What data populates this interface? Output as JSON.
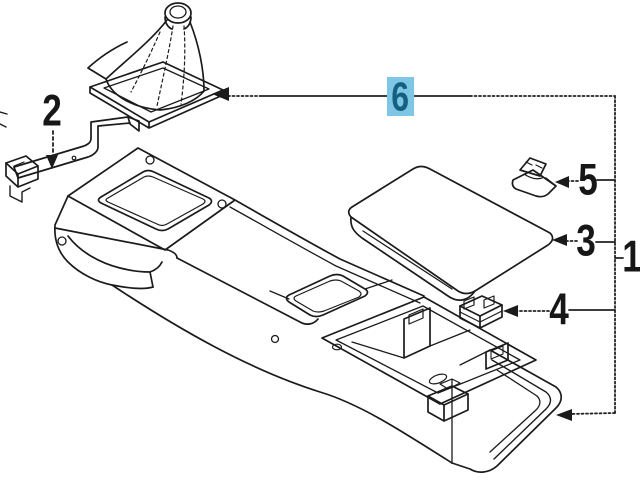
{
  "diagram": {
    "type": "exploded-parts-diagram",
    "subject": "floor-console-assembly",
    "background_color": "#ffffff",
    "line_color": "#1b1b1b",
    "label_color": "#171717",
    "highlight_bg_color": "#7fc6e6",
    "highlight_fg_color": "#14607f",
    "callouts": {
      "c1": {
        "label": "1",
        "highlighted": false
      },
      "c2": {
        "label": "2",
        "highlighted": false
      },
      "c3": {
        "label": "3",
        "highlighted": false
      },
      "c4": {
        "label": "4",
        "highlighted": false
      },
      "c5": {
        "label": "5",
        "highlighted": false
      },
      "c6": {
        "label": "6",
        "highlighted": true
      }
    }
  }
}
